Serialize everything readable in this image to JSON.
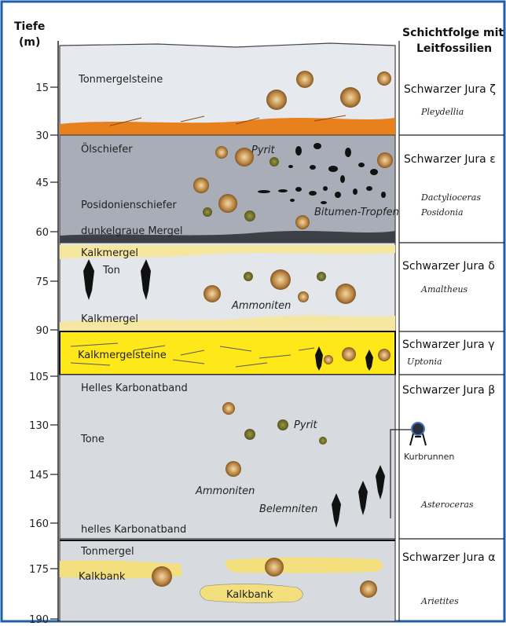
{
  "header": {
    "depth_title": "Tiefe",
    "depth_unit": "(m)",
    "right_title_1": "Schichtfolge mit",
    "right_title_2": "Leitfossilien"
  },
  "depth_ticks": [
    "15",
    "30",
    "45",
    "60",
    "75",
    "90",
    "105",
    "130",
    "145",
    "160",
    "175",
    "190"
  ],
  "layers": [
    {
      "zone": "Schwarzer Jura ζ",
      "fossil": "Pleydellia",
      "labels": [
        "Tonmergelsteine"
      ]
    },
    {
      "zone": "Schwarzer Jura ε",
      "fossil_1": "Dactylioceras",
      "fossil_2": "Posidonia",
      "labels": [
        "Ölschiefer",
        "Posidonienschiefer",
        "dunkelgraue Mergel",
        "Pyrit",
        "Bitumen-Tropfen"
      ]
    },
    {
      "zone": "Schwarzer Jura δ",
      "fossil": "Amaltheus",
      "labels": [
        "Kalkmergel",
        "Ton",
        "Kalkmergel",
        "Ammoniten"
      ]
    },
    {
      "zone": "Schwarzer Jura γ",
      "fossil": "Uptonia",
      "labels": [
        "Kalkmergelsteine"
      ]
    },
    {
      "zone": "Schwarzer Jura β",
      "fossil": "Asteroceras",
      "labels": [
        "Helles Karbonatband",
        "Tone",
        "Pyrit",
        "Ammoniten",
        "Belemniten",
        "helles Karbonatband"
      ],
      "well": "Kurbrunnen"
    },
    {
      "zone": "Schwarzer Jura α",
      "fossil": "Arietites",
      "labels": [
        "Tonmergel",
        "Kalkbank",
        "Kalkbank"
      ]
    }
  ],
  "colors": {
    "border": "#1f5fa8",
    "zeta": "#e6e9ee",
    "epsilon": "#a8adb8",
    "delta": "#e3e6ea",
    "gamma": "#ffe81a",
    "beta": "#d7dade",
    "alpha": "#d7dade",
    "orange_band": "#e8801e",
    "cream": "#f5e6a0",
    "kalkbank": "#f3df7e"
  }
}
